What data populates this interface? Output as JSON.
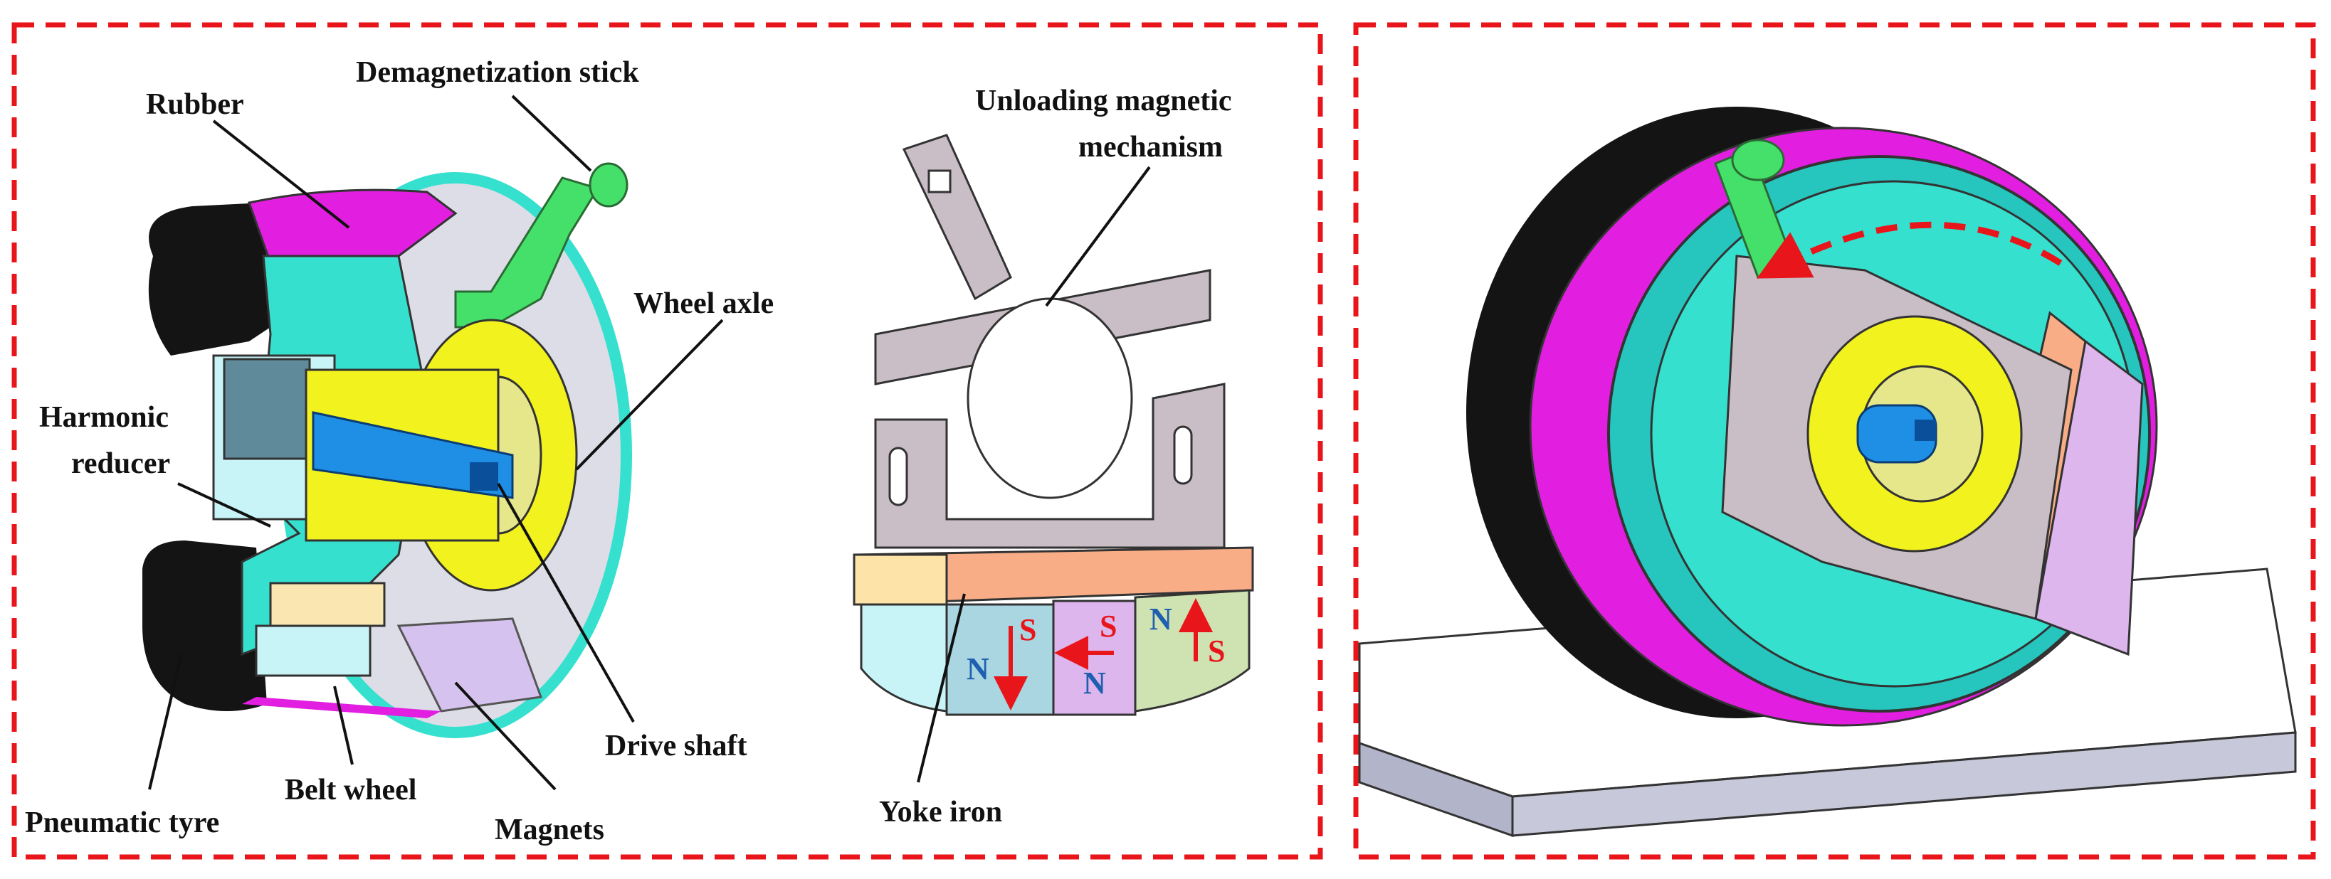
{
  "figure": {
    "panel_left": {
      "labels": {
        "rubber": "Rubber",
        "demagnetization_stick": "Demagnetization stick",
        "wheel_axle": "Wheel axle",
        "harmonic_reducer_line1": "Harmonic",
        "harmonic_reducer_line2": "reducer",
        "drive_shaft": "Drive shaft",
        "belt_wheel": "Belt wheel",
        "pneumatic_tyre": "Pneumatic tyre",
        "magnets": "Magnets",
        "unloading_line1": "Unloading magnetic",
        "unloading_line2": "mechanism",
        "yoke_iron": "Yoke iron"
      },
      "magnet_poles": [
        {
          "magnet": 1,
          "top": "S",
          "bottom": "N"
        },
        {
          "magnet": 2,
          "top": "S",
          "bottom": "N"
        },
        {
          "magnet": 3,
          "top": "N",
          "bottom": "S"
        }
      ]
    },
    "colors": {
      "frame": "#e8151b",
      "rubber": "#e21ee0",
      "tyre": "#141414",
      "housing": "#35e0cf",
      "flange": "#f2f21e",
      "axle": "#1f8fe6",
      "stick": "#45e06a",
      "mount": "#c9bdc6",
      "yoke": "#f9ad86",
      "ground": "#c7c8da"
    }
  }
}
